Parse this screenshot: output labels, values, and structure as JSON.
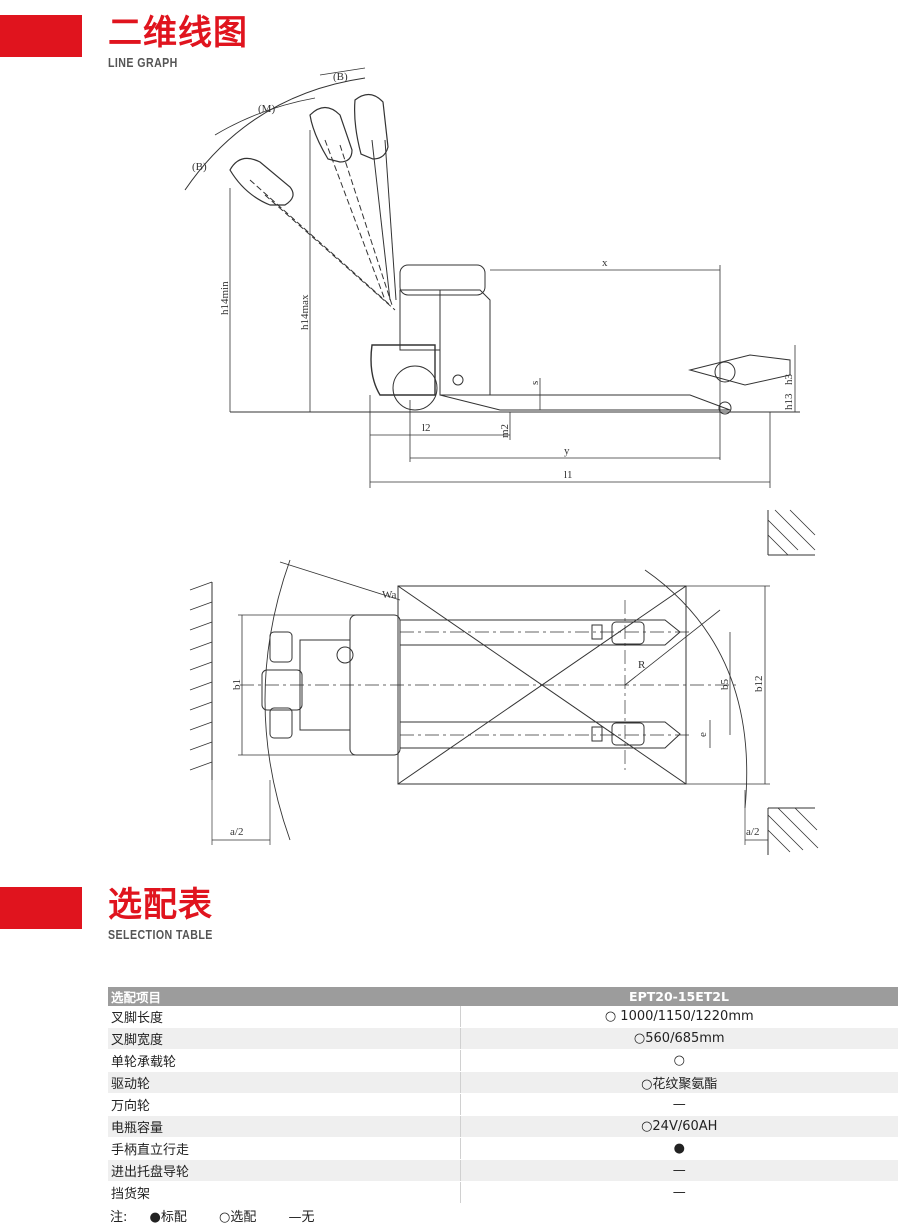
{
  "section1": {
    "title": "二维线图",
    "subtitle": "LINE GRAPH"
  },
  "section2": {
    "title": "选配表",
    "subtitle": "SELECTION TABLE"
  },
  "drawing_labels": {
    "b_top": "(B)",
    "m_arc": "(M)",
    "b_left": "(B)",
    "h14min": "h14min",
    "h14max": "h14max",
    "x": "x",
    "s": "s",
    "h3": "h3",
    "h13": "h13",
    "l2": "l2",
    "m2": "m2",
    "y": "y",
    "l1": "l1",
    "wa": "Wa",
    "r": "R",
    "b1": "b1",
    "b5": "b5",
    "b12": "b12",
    "e": "e",
    "a2_left": "a/2",
    "a2_right": "a/2"
  },
  "table": {
    "header": {
      "item": "选配项目",
      "model": "EPT20-15ET2L"
    },
    "rows": [
      {
        "item": "叉脚长度",
        "value": "○ 1000/1150/1220mm"
      },
      {
        "item": "叉脚宽度",
        "value": "○560/685mm"
      },
      {
        "item": "单轮承载轮",
        "value": "○"
      },
      {
        "item": "驱动轮",
        "value": "○花纹聚氨酯"
      },
      {
        "item": "万向轮",
        "value": "—"
      },
      {
        "item": "电瓶容量",
        "value": "○24V/60AH"
      },
      {
        "item": "手柄直立行走",
        "value": "●"
      },
      {
        "item": "进出托盘导轮",
        "value": "—"
      },
      {
        "item": "挡货架",
        "value": "—"
      }
    ]
  },
  "note": {
    "label": "注:",
    "std": "●标配",
    "opt": "○选配",
    "none": "—无"
  }
}
